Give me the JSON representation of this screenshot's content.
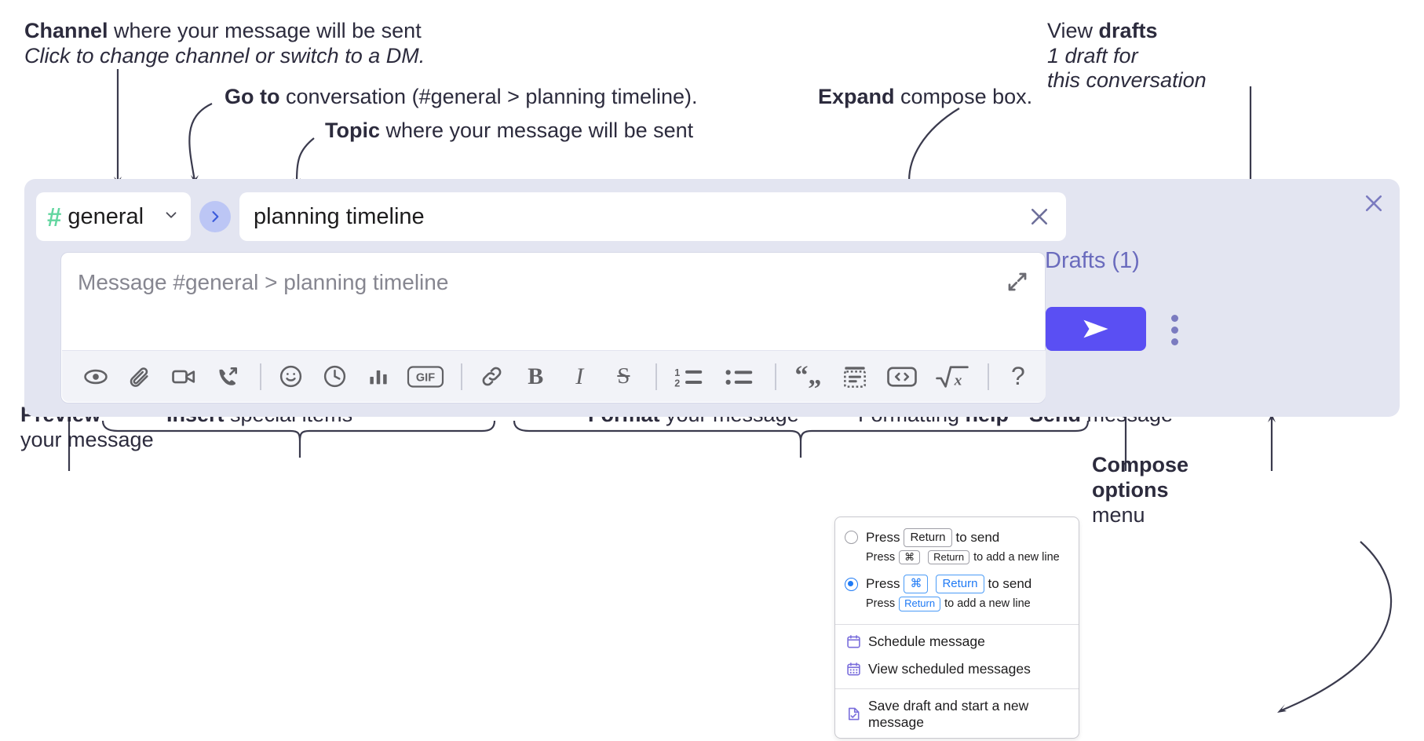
{
  "annotations": {
    "channel_title_bold": "Channel",
    "channel_title_rest": " where your message will be sent",
    "channel_sub": "Click to change channel or switch to a DM.",
    "goto_bold": "Go to",
    "goto_rest": " conversation (#general > planning timeline).",
    "topic_bold": "Topic",
    "topic_rest": " where your message will be sent",
    "expand_bold": "Expand",
    "expand_rest": " compose box.",
    "drafts_line1_pre": "View ",
    "drafts_line1_bold": "drafts",
    "drafts_line2": "1 draft for",
    "drafts_line3": "this conversation",
    "preview_bold": "Preview",
    "preview_rest": "your message",
    "insert_bold": "Insert",
    "insert_rest": " special items",
    "format_bold": "Format",
    "format_rest": " your message",
    "help_pre": "Formatting ",
    "help_bold": "help",
    "send_bold": "Send",
    "send_rest": " message",
    "compose_opts_bold1": "Compose",
    "compose_opts_bold2": "options",
    "compose_opts_rest": "menu"
  },
  "compose": {
    "close_icon": "close-icon",
    "channel": {
      "hash_icon": "hash-icon",
      "name": "general",
      "chevron_icon": "chevron-down-icon"
    },
    "goto_icon": "chevron-right-icon",
    "topic": {
      "value": "planning timeline",
      "clear_icon": "close-icon"
    },
    "message": {
      "placeholder": "Message #general > planning timeline",
      "expand_icon": "expand-icon"
    },
    "drafts_label": "Drafts (1)",
    "send_icon": "paper-plane-icon",
    "kebab_icon": "more-options-icon",
    "toolbar": [
      {
        "name": "preview-icon",
        "group": 1
      },
      {
        "name": "attachment-icon",
        "group": 2
      },
      {
        "name": "video-icon",
        "group": 2
      },
      {
        "name": "huddle-icon",
        "group": 2
      },
      {
        "name": "emoji-icon",
        "group": 3
      },
      {
        "name": "clock-icon",
        "group": 3
      },
      {
        "name": "poll-icon",
        "group": 3
      },
      {
        "name": "gif-icon",
        "label": "GIF",
        "group": 3
      },
      {
        "name": "link-icon",
        "group": 4
      },
      {
        "name": "bold-icon",
        "label": "B",
        "group": 4
      },
      {
        "name": "italic-icon",
        "label": "I",
        "group": 4
      },
      {
        "name": "strikethrough-icon",
        "label": "S",
        "group": 4
      },
      {
        "name": "ordered-list-icon",
        "group": 5
      },
      {
        "name": "bulleted-list-icon",
        "group": 5
      },
      {
        "name": "blockquote-icon",
        "group": 6
      },
      {
        "name": "code-block-icon",
        "group": 6
      },
      {
        "name": "code-snippet-icon",
        "group": 6
      },
      {
        "name": "math-icon",
        "group": 6
      },
      {
        "name": "help-icon",
        "label": "?",
        "group": 7
      }
    ]
  },
  "options_menu": {
    "option1": {
      "selected": false,
      "press": "Press",
      "key": "Return",
      "tail": "to send",
      "sub_press": "Press",
      "sub_key1": "⌘",
      "sub_key2": "Return",
      "sub_tail": "to add a new line"
    },
    "option2": {
      "selected": true,
      "press": "Press",
      "key1": "⌘",
      "key2": "Return",
      "tail": "to send",
      "sub_press": "Press",
      "sub_key": "Return",
      "sub_tail": "to add a new line"
    },
    "items": [
      {
        "icon": "calendar-icon",
        "label": "Schedule message"
      },
      {
        "icon": "calendar-grid-icon",
        "label": "View scheduled messages"
      },
      {
        "icon": "save-draft-icon",
        "label": "Save draft and start a new message",
        "divider_before": true
      }
    ]
  },
  "colors": {
    "compose_bg": "#e3e5f1",
    "send_button": "#5a4ff3",
    "hash_green": "#63d6a0",
    "drafts_purple": "#6a6bbd",
    "goto_blue": "#bcc6f5",
    "accent_blue": "#1f7af5",
    "menu_icon_purple": "#7b6fdc",
    "ink": "#2c2b3d"
  }
}
